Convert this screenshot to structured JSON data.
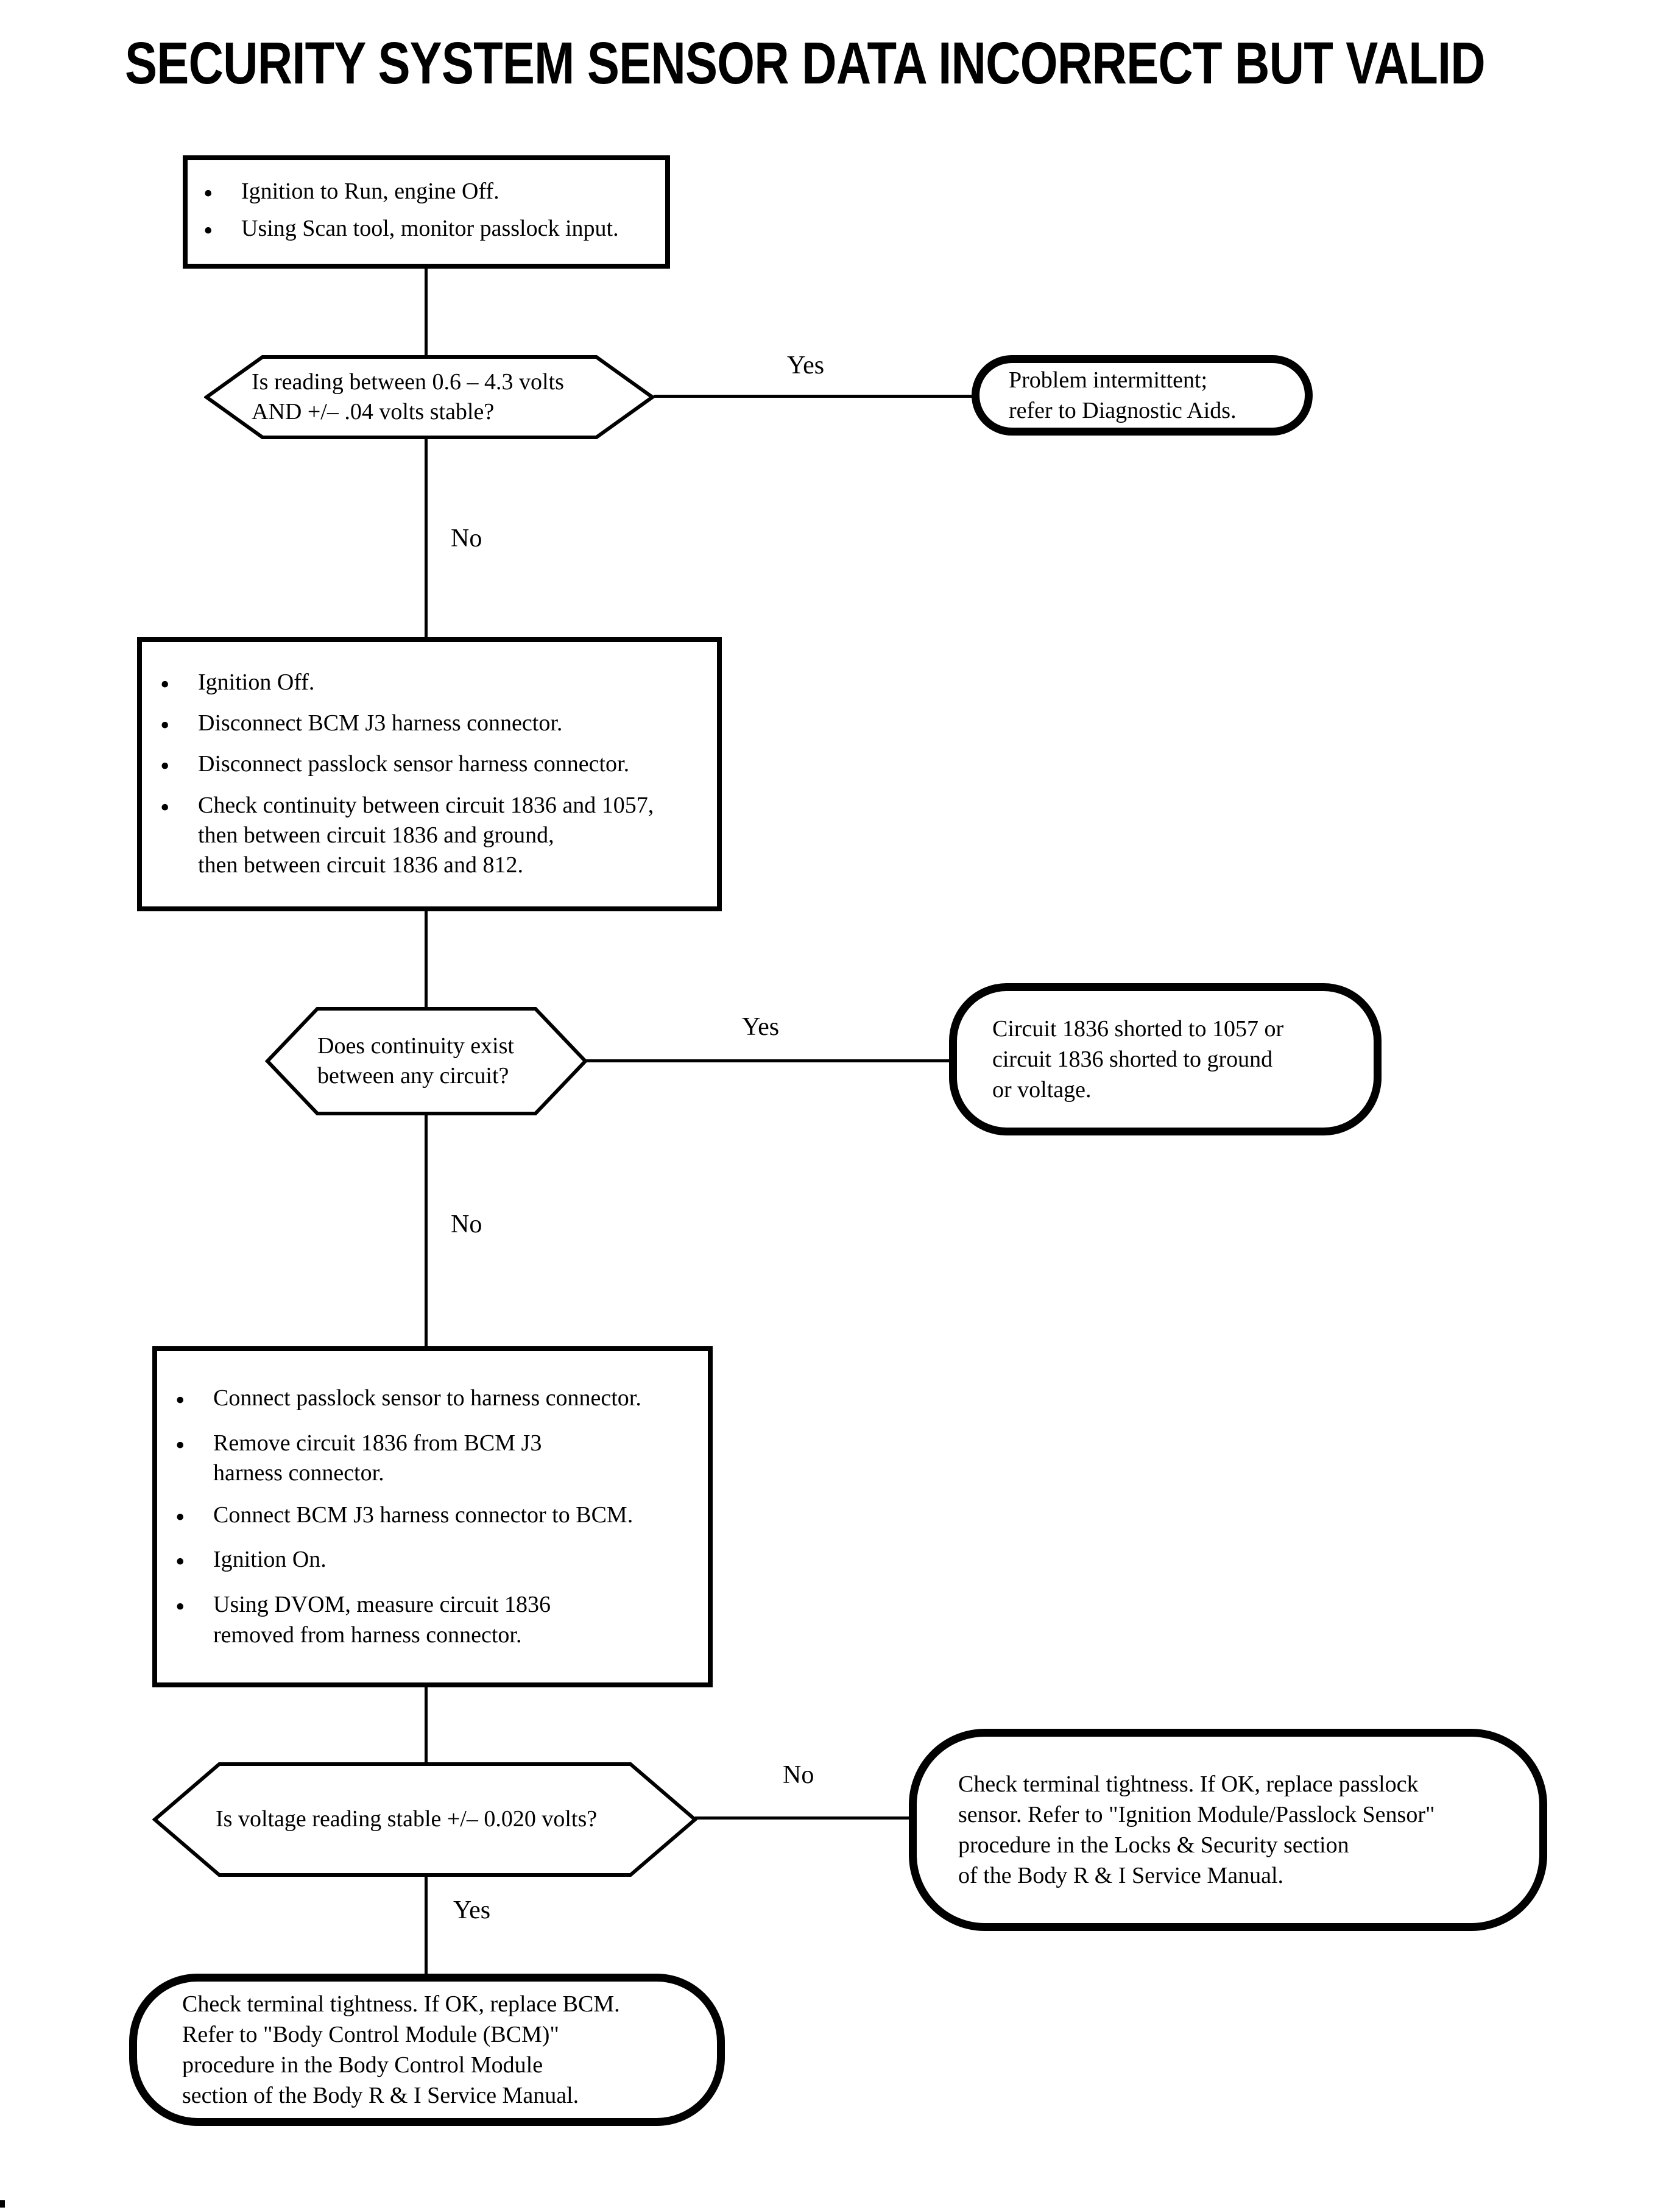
{
  "page": {
    "title": "SECURITY SYSTEM SENSOR DATA INCORRECT BUT VALID"
  },
  "glyphs": {
    "bullet": "•"
  },
  "flow": {
    "step1": {
      "items": [
        "Ignition to Run,  engine Off.",
        "Using Scan tool, monitor passlock input."
      ]
    },
    "decision1": {
      "question": "Is reading between 0.6 – 4.3 volts\nAND +/– .04 volts stable?",
      "yes_label": "Yes",
      "no_label": "No"
    },
    "result1": {
      "text": "Problem intermittent;\nrefer to Diagnostic Aids."
    },
    "step2": {
      "items": [
        "Ignition Off.",
        "Disconnect BCM J3 harness connector.",
        "Disconnect passlock sensor harness connector.",
        "Check continuity between circuit 1836 and 1057,\nthen between circuit 1836 and ground,\nthen between circuit 1836 and 812."
      ]
    },
    "decision2": {
      "question": "Does continuity exist\nbetween any circuit?",
      "yes_label": "Yes",
      "no_label": "No"
    },
    "result2": {
      "text": "Circuit 1836 shorted to 1057 or\ncircuit 1836 shorted to ground\nor voltage."
    },
    "step3": {
      "items": [
        "Connect passlock sensor to harness connector.",
        "Remove circuit 1836 from BCM J3\nharness connector.",
        "Connect BCM J3 harness connector to BCM.",
        "Ignition On.",
        "Using DVOM, measure circuit 1836\nremoved from harness connector."
      ]
    },
    "decision3": {
      "question": "Is voltage reading stable +/– 0.020 volts?",
      "yes_label": "Yes",
      "no_label": "No"
    },
    "result3": {
      "text": "Check terminal tightness. If OK, replace passlock\nsensor. Refer to \"Ignition Module/Passlock Sensor\"\nprocedure in the Locks & Security section\nof the Body R & I Service Manual."
    },
    "result4": {
      "text": "Check terminal tightness. If OK, replace BCM.\nRefer to \"Body Control Module (BCM)\"\nprocedure in the Body Control Module\nsection of the Body R & I Service Manual."
    }
  }
}
